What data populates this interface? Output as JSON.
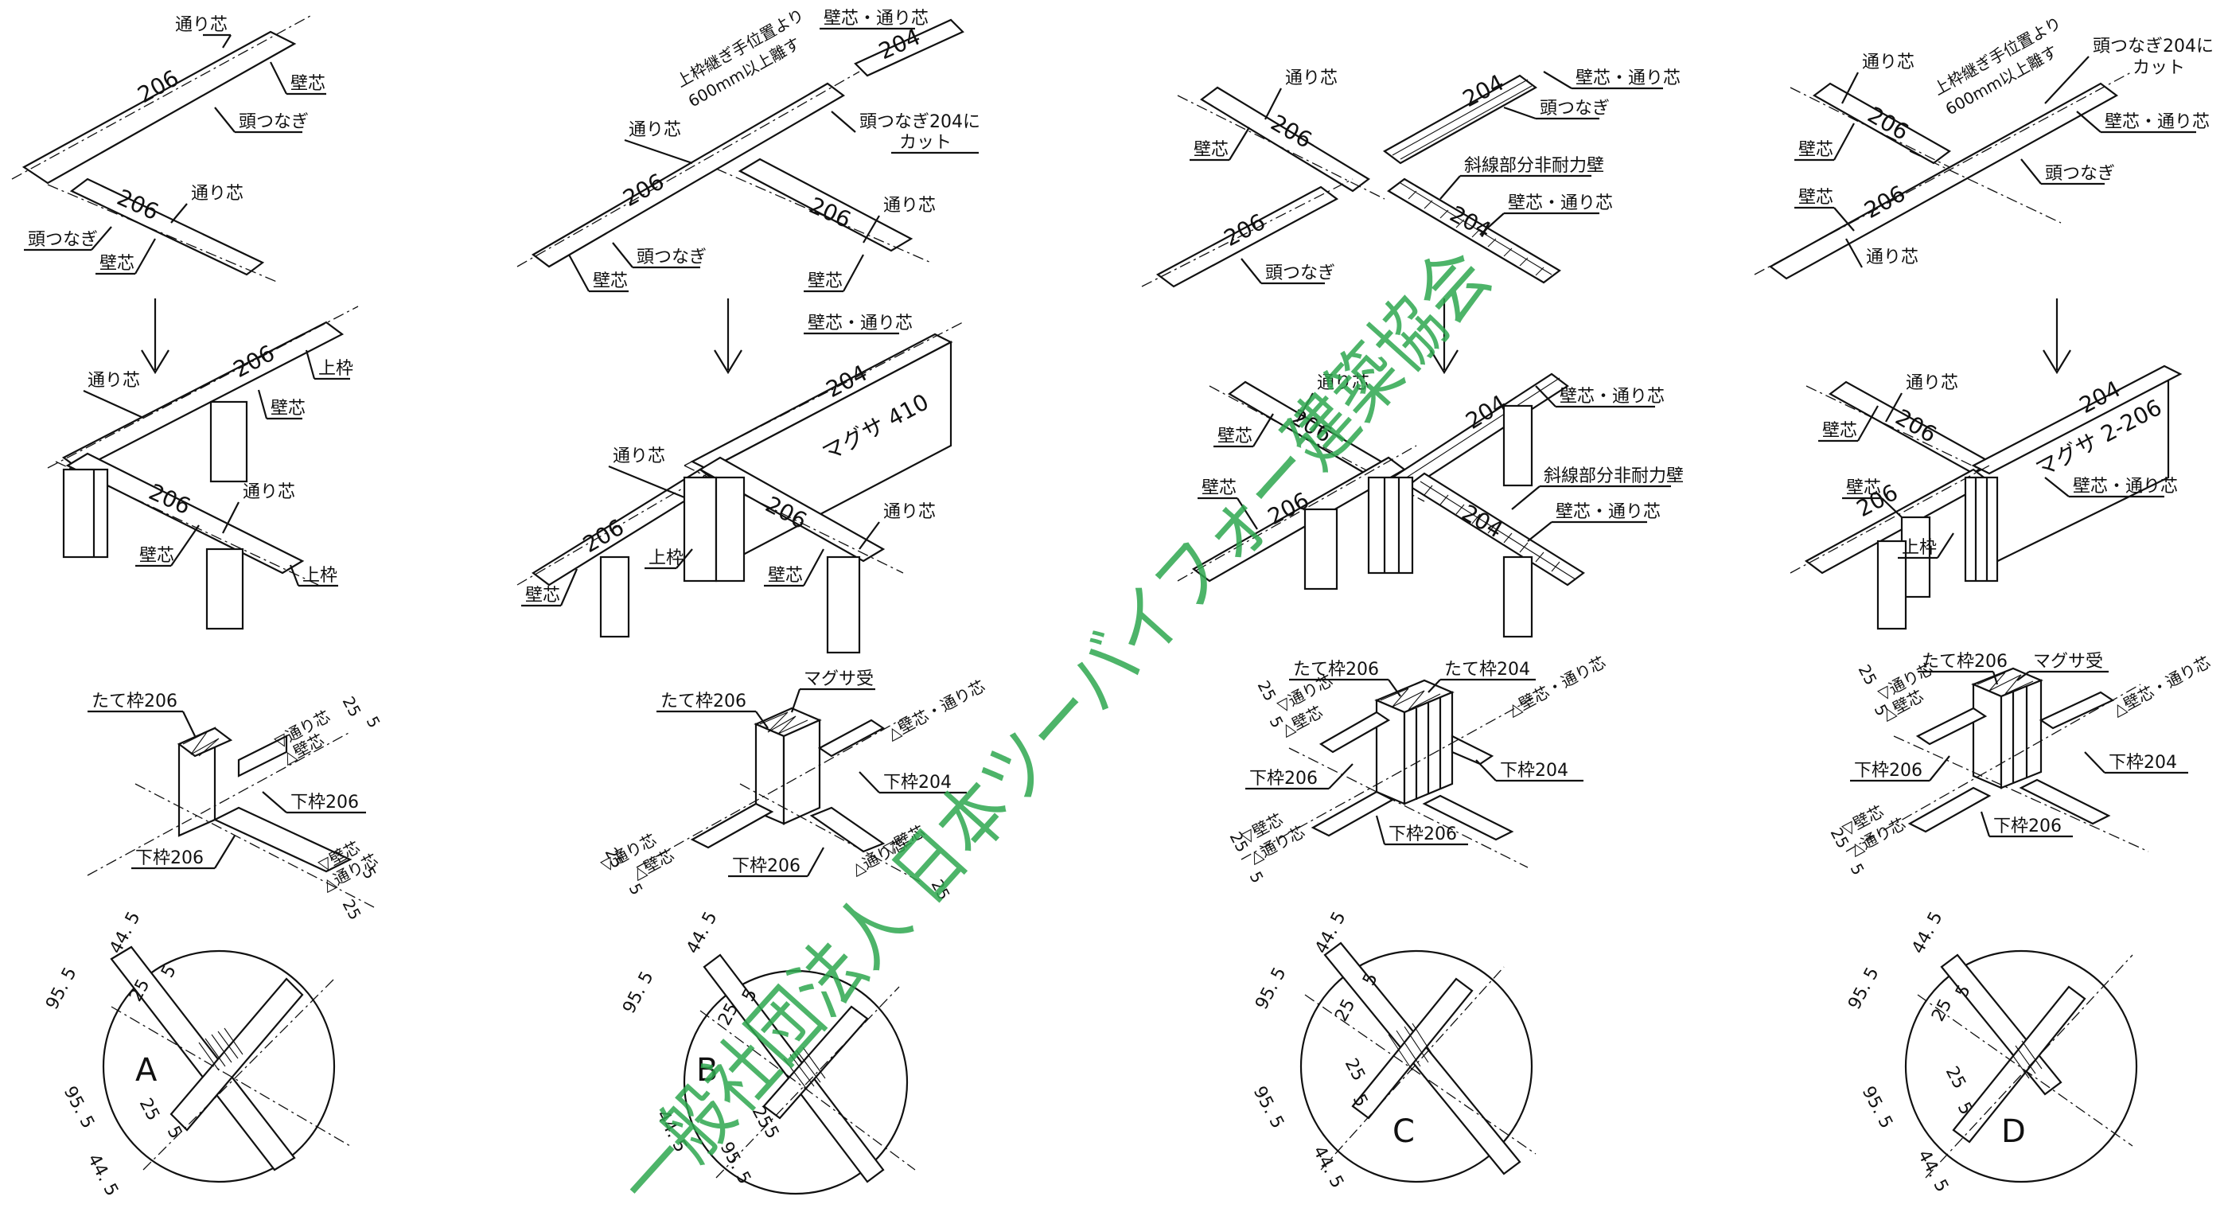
{
  "labels": {
    "toori": "通り芯",
    "kabe": "壁芯",
    "kabe_toori": "壁芯・通り芯",
    "atama": "頭つなぎ",
    "uwawaku": "上枠",
    "shitawaku206": "下枠206",
    "shitawaku204": "下枠204",
    "tatewaku206": "たて枠206",
    "tatewaku204": "たて枠204",
    "maguza_uke": "マグサ受",
    "shasen": "斜線部分非耐力壁",
    "cut_204": "頭つなぎ204に",
    "cut_204_b": "カット",
    "joint_1": "上枠継ぎ手位置より",
    "joint_2": "600mm以上離す",
    "tri_down_toori": "▽通り芯",
    "tri_up_kabe": "△壁芯",
    "tri_down_kabe": "▽壁芯",
    "tri_up_toori": "△通り芯",
    "tri_up_kabe_toori": "△壁芯・通り芯"
  },
  "members": {
    "m206": "206",
    "m204": "204",
    "maguza410": "マグサ 410",
    "maguza2206": "マグサ 2-206"
  },
  "dims": {
    "d95": "95. 5",
    "d44": "44. 5",
    "d25": "25",
    "d5": "5"
  },
  "panels": [
    "A",
    "B",
    "C",
    "D"
  ],
  "watermark": "一般社団法人 日本ツーバイフォー建築協会"
}
